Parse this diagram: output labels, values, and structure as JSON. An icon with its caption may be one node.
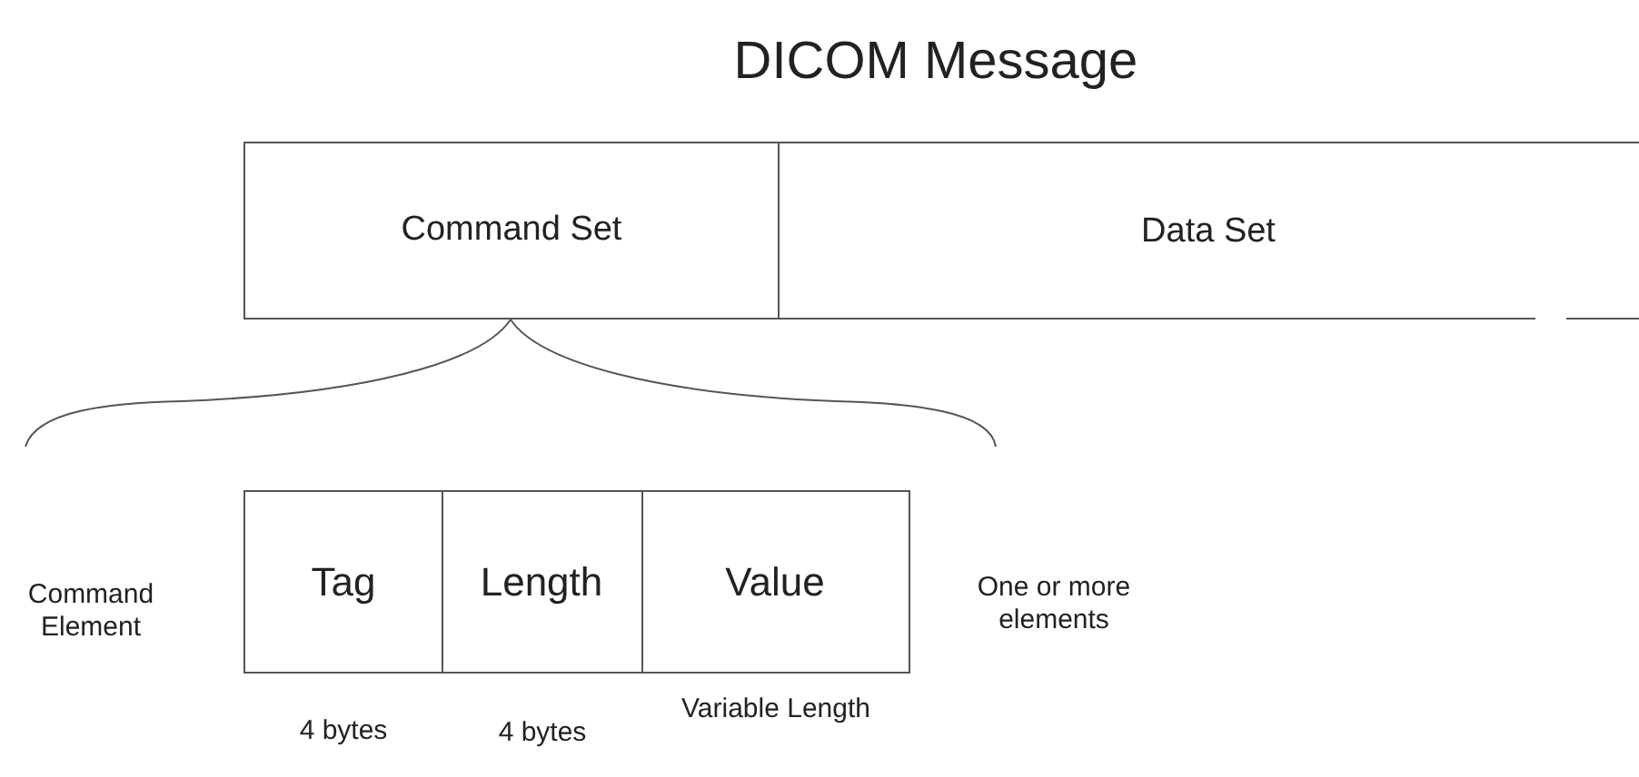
{
  "diagram": {
    "title": "DICOM Message",
    "nodes": [
      {
        "text": [
          "Command Set"
        ]
      },
      {
        "text": [
          "Data Set"
        ]
      },
      {
        "text": [
          "Tag"
        ],
        "beside": [
          "4 bytes"
        ]
      },
      {
        "text": [
          "Length"
        ],
        "beside": [
          "4 bytes"
        ]
      },
      {
        "text": [
          "Value"
        ],
        "beside": [
          "Variable Length"
        ]
      }
    ],
    "labels": [
      "Command Element",
      "One or more elements"
    ]
  }
}
